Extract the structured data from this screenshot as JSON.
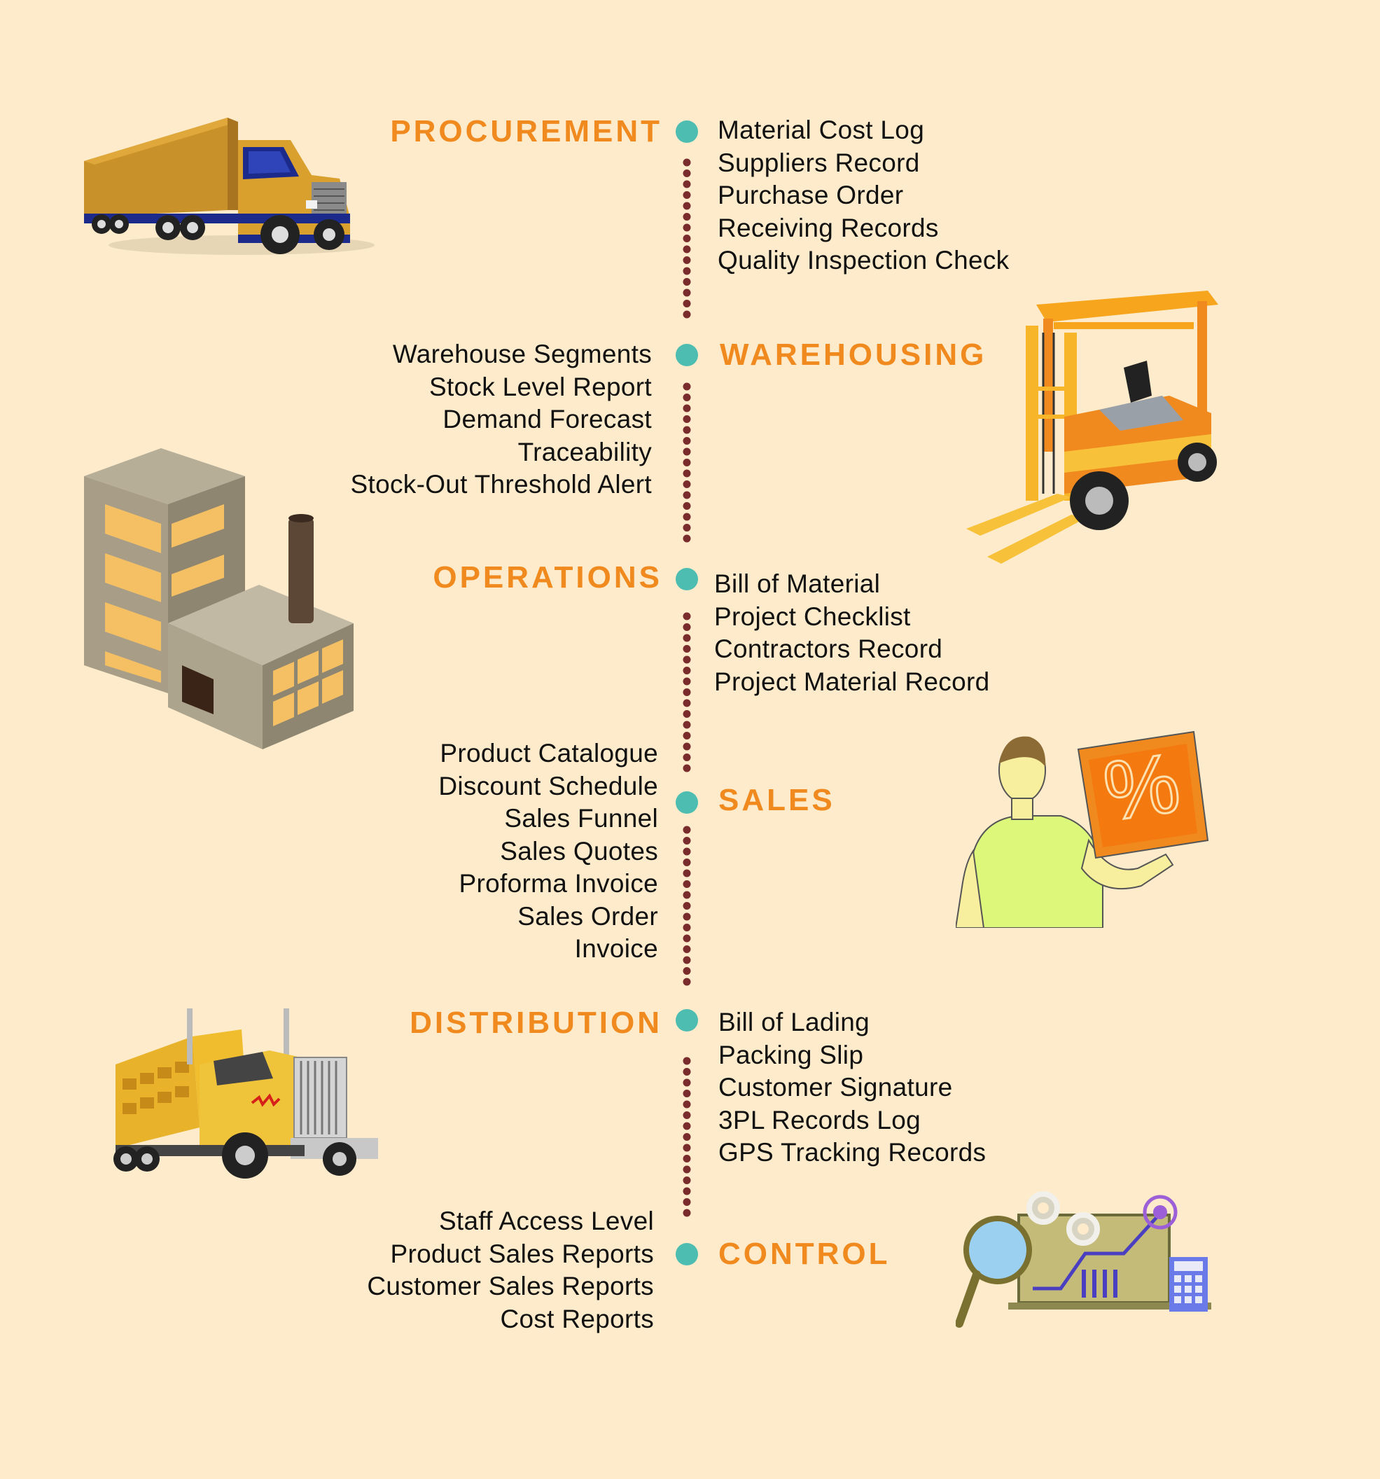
{
  "colors": {
    "background": "#fdebcb",
    "heading": "#f08a1e",
    "node": "#4dbdb2",
    "dots": "#7a2c2c",
    "text": "#111111"
  },
  "sections": [
    {
      "title": "PROCUREMENT",
      "items": [
        "Material Cost Log",
        "Suppliers Record",
        "Purchase Order",
        "Receiving Records",
        "Quality Inspection Check"
      ],
      "illustration": "box-truck-icon"
    },
    {
      "title": "WAREHOUSING",
      "items": [
        "Warehouse Segments",
        "Stock Level Report",
        "Demand Forecast",
        "Traceability",
        "Stock-Out Threshold Alert"
      ],
      "illustration": "forklift-icon"
    },
    {
      "title": "OPERATIONS",
      "items": [
        "Bill of Material",
        "Project Checklist",
        "Contractors Record",
        "Project Material Record"
      ],
      "illustration": "factory-icon"
    },
    {
      "title": "SALES",
      "items": [
        "Product Catalogue",
        "Discount Schedule",
        "Sales Funnel",
        "Sales Quotes",
        "Proforma Invoice",
        "Sales Order",
        "Invoice"
      ],
      "illustration": "salesman-percent-icon"
    },
    {
      "title": "DISTRIBUTION",
      "items": [
        "Bill of Lading",
        "Packing Slip",
        "Customer Signature",
        "3PL Records Log",
        "GPS Tracking Records"
      ],
      "illustration": "dump-truck-icon"
    },
    {
      "title": "CONTROL",
      "items": [
        "Staff Access Level",
        "Product Sales Reports",
        "Customer Sales Reports",
        "Cost Reports"
      ],
      "illustration": "analytics-icon"
    }
  ]
}
